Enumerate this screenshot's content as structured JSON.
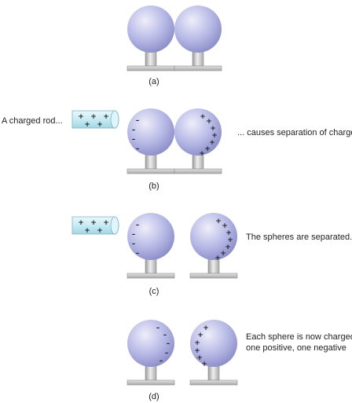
{
  "panels": {
    "a": {
      "caption": "(a)"
    },
    "b": {
      "caption": "(b)",
      "left_text": "A charged rod...",
      "right_text": "... causes separation of charge",
      "rod_signs": [
        "+",
        "+",
        "+",
        "+",
        "+"
      ],
      "left_sphere_signs": [
        "–",
        "–",
        "–",
        "–"
      ],
      "right_sphere_signs": [
        "+",
        "+",
        "+",
        "+",
        "+",
        "+",
        "+"
      ]
    },
    "c": {
      "caption": "(c)",
      "right_text": "The spheres are separated.",
      "rod_signs": [
        "+",
        "+",
        "+",
        "+",
        "+"
      ],
      "left_sphere_signs": [
        "–",
        "–",
        "–",
        "–"
      ],
      "right_sphere_signs": [
        "+",
        "+",
        "+",
        "+",
        "+",
        "+",
        "+"
      ]
    },
    "d": {
      "caption": "(d)",
      "right_text_line1": "Each sphere is now charged:",
      "right_text_line2": "one positive, one negative",
      "left_sphere_signs": [
        "–",
        "–",
        "–",
        "–",
        "–"
      ],
      "right_sphere_signs": [
        "+",
        "+",
        "+",
        "+",
        "+",
        "+"
      ]
    }
  },
  "colors": {
    "sphere_light": "#eeeefa",
    "sphere_mid": "#b7b9e6",
    "sphere_dark": "#8689c4",
    "stand": "#c9c9c9",
    "stand_dark": "#8f8f8f",
    "rod": "#cfeef6",
    "rod_edge": "#7fb2c2"
  }
}
